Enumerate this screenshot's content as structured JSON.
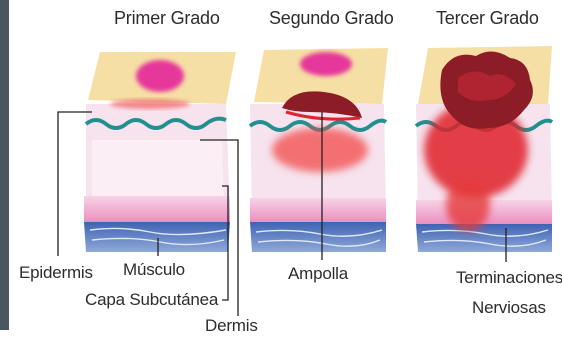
{
  "titles": {
    "first": "Primer Grado",
    "second": "Segundo Grado",
    "third": "Tercer Grado"
  },
  "labels": {
    "epidermis": "Epidermis",
    "musculo": "Músculo",
    "subcutanea": "Capa Subcutánea",
    "dermis": "Dermis",
    "ampolla": "Ampolla",
    "terminaciones_1": "Terminaciones",
    "terminaciones_2": "Nerviosas"
  },
  "colors": {
    "epidermis": "#f5dfa5",
    "dermis": "#f6e3ee",
    "subcutaneous": "#ef93c4",
    "muscle": "#5a78bd",
    "wave": "#23908f",
    "burn_pink": "#e6399b",
    "burn_red": "#e0242c",
    "burn_dark": "#8c1c26",
    "left_bar": "#4a5761"
  }
}
